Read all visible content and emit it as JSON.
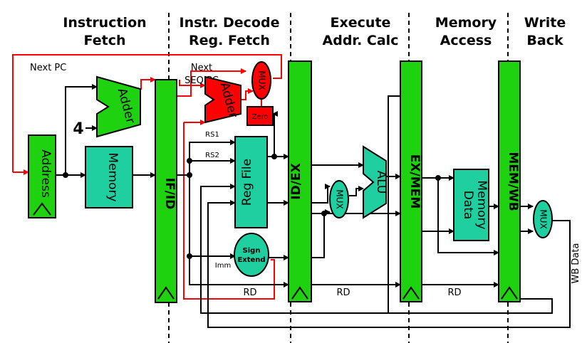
{
  "stages": [
    {
      "line1": "Instruction",
      "line2": "Fetch"
    },
    {
      "line1": "Instr. Decode",
      "line2": "Reg. Fetch"
    },
    {
      "line1": "Execute",
      "line2": "Addr. Calc"
    },
    {
      "line1": "Memory",
      "line2": "Access"
    },
    {
      "line1": "Write",
      "line2": "Back"
    }
  ],
  "pipeline_registers": {
    "if_id": "IF/ID",
    "id_ex": "ID/EX",
    "ex_mem": "EX/MEM",
    "mem_wb": "MEM/WB"
  },
  "units": {
    "address": "Address",
    "instruction_memory": "Memory",
    "pc_adder": "Adder",
    "branch_adder": "Adder",
    "constant_four": "4",
    "reg_file": "Reg File",
    "sign_extend_line1": "Sign",
    "sign_extend_line2": "Extend",
    "zero": "Zero",
    "alu": "ALU",
    "data_memory_line1": "Data",
    "data_memory_line2": "Memory",
    "mux": "MUX"
  },
  "signals": {
    "next_pc": "Next PC",
    "next_seq_pc_line1": "Next",
    "next_seq_pc_line2": "SEQ PC",
    "rs1": "RS1",
    "rs2": "RS2",
    "imm": "Imm",
    "rd": "RD",
    "wb_data": "WB Data"
  },
  "colors": {
    "pipeline_green": "#1ed20f",
    "unit_teal": "#1fcfa0",
    "highlight_red": "#ff0000",
    "wire_black": "#000000"
  }
}
